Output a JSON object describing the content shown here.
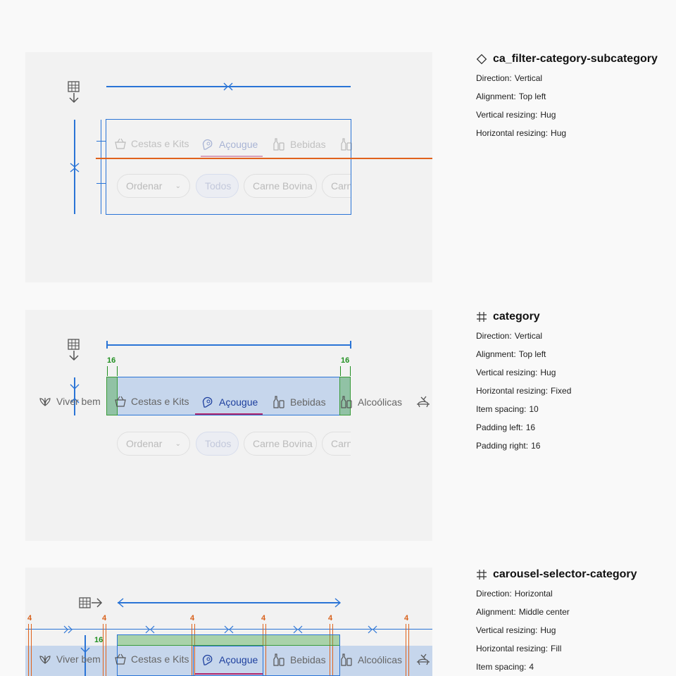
{
  "colors": {
    "accent": "#2a74d6",
    "spacing": "#e0621c",
    "padding": "#1f8f1f",
    "active": "#1d3f9e",
    "underline": "#b0246a"
  },
  "tabs": {
    "viver_bem": "Viver bem",
    "cestas": "Cestas e Kits",
    "acougue": "Açougue",
    "bebidas": "Bebidas",
    "alcoolicas": "Alcoólicas"
  },
  "chips": {
    "ordenar": "Ordenar",
    "todos": "Todos",
    "carne_bovina": "Carne Bovina",
    "carne_cut": "Carne"
  },
  "measures": {
    "padding_left": "16",
    "padding_right": "16",
    "spacing": "4",
    "padding_top": "16"
  },
  "icons": {
    "auto_layout_vertical": "auto-layout-vertical-icon",
    "auto_layout_horizontal": "auto-layout-horizontal-icon",
    "component": "diamond-icon",
    "frame": "hash-icon"
  },
  "panels": {
    "p1": {
      "title": "ca_filter-category-subcategory",
      "props": [
        {
          "k": "Direction:",
          "v": "Vertical"
        },
        {
          "k": "Alignment:",
          "v": "Top left"
        },
        {
          "k": "Vertical resizing:",
          "v": "Hug"
        },
        {
          "k": "Horizontal resizing:",
          "v": "Hug"
        }
      ]
    },
    "p2": {
      "title": "category",
      "props": [
        {
          "k": "Direction:",
          "v": "Vertical"
        },
        {
          "k": "Alignment:",
          "v": "Top left"
        },
        {
          "k": "Vertical resizing:",
          "v": "Hug"
        },
        {
          "k": "Horizontal resizing:",
          "v": "Fixed"
        },
        {
          "k": "Item spacing:",
          "v": "10"
        },
        {
          "k": "Padding left:",
          "v": "16"
        },
        {
          "k": "Padding right:",
          "v": "16"
        }
      ]
    },
    "p3": {
      "title": "carousel-selector-category",
      "props": [
        {
          "k": "Direction:",
          "v": "Horizontal"
        },
        {
          "k": "Alignment:",
          "v": "Middle center"
        },
        {
          "k": "Vertical resizing:",
          "v": "Hug"
        },
        {
          "k": "Horizontal resizing:",
          "v": "Fill"
        },
        {
          "k": "Item spacing:",
          "v": "4"
        }
      ]
    }
  }
}
